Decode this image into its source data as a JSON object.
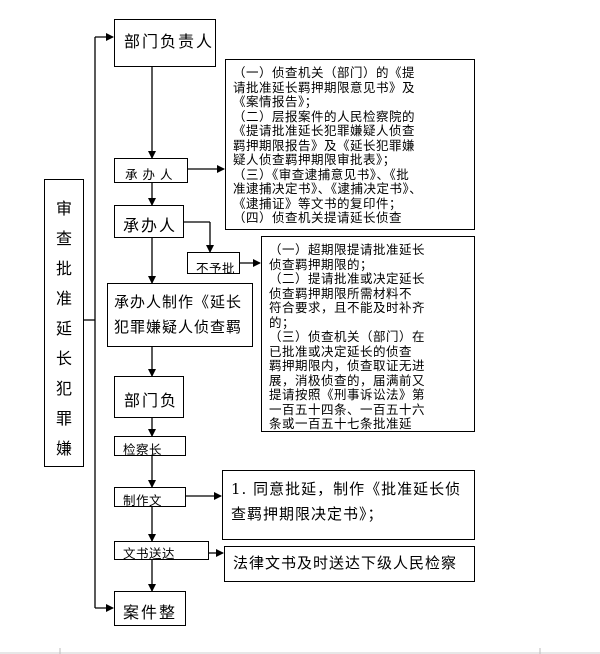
{
  "diagram": {
    "side_title_chars": [
      "审",
      "查",
      "批",
      "准",
      "延",
      "长",
      "犯",
      "罪",
      "嫌",
      "疑"
    ],
    "steps": {
      "dept_head_1": "部门负责人",
      "step_2_fragment": "承 办 人",
      "undertaker": "承办人",
      "not_approve": "不予批",
      "draft_line1": "承办人制作《延长",
      "draft_line2": "犯罪嫌疑人侦查羁",
      "dept_head_2": "部门负",
      "prosecutor_fragment": "检察长",
      "produce_fragment": "制作文",
      "deliver_fragment": "文书送达",
      "archive": "案件整"
    },
    "notes": {
      "materials": [
        "（一）侦查机关（部门）的《提",
        "请批准延长羁押期限意见书》及",
        "《案情报告》；",
        "（二）层报案件的人民检察院的",
        "《提请批准延长犯罪嫌疑人侦查",
        "羁押期限报告》及《延长犯罪嫌",
        "疑人侦查羁押期限审批表》；",
        "（三）《审查逮捕意见书》、《批",
        "准逮捕决定书》、《逮捕决定书》、",
        "《逮捕证》等文书的复印件；",
        "（四）侦查机关提请延长侦查"
      ],
      "reject_reasons": [
        "（一）超期限提请批准延长",
        "侦查羁押期限的；",
        "（二）提请批准或决定延长",
        "侦查羁押期限所需材料不",
        "符合要求，且不能及时补齐",
        "的；",
        "（三）侦查机关（部门）在",
        "已批准或决定延长的侦查",
        "羁押期限内，侦查取证无进",
        "展，消极侦查的，届满前又",
        "提请按照《刑事诉讼法》第",
        "一百五十四条、一百五十六",
        "条或一百五十七条批准延"
      ],
      "approve": [
        "1. 同意批延，制作《批准延长侦",
        "查羁押期限决定书》；"
      ],
      "deliver": "法律文书及时送达下级人民检察"
    }
  }
}
